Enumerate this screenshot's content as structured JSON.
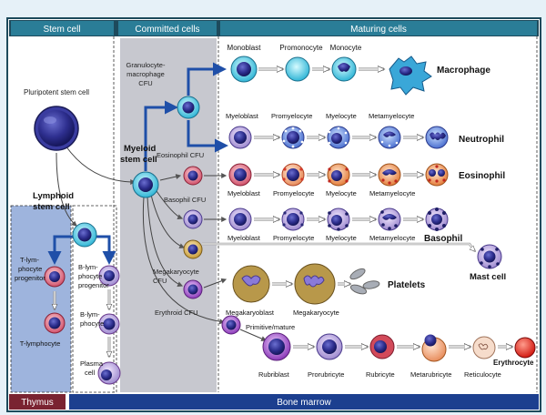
{
  "sections": {
    "stem": "Stem cell",
    "committed": "Committed cells",
    "maturing": "Maturing cells",
    "thymus": "Thymus",
    "marrow": "Bone marrow"
  },
  "labels": {
    "pluripotent": "Pluripotent stem cell",
    "myeloid_1": "Myeloid",
    "myeloid_2": "stem cell",
    "lymphoid_1": "Lymphoid",
    "lymphoid_2": "stem cell",
    "gm_cfu_1": "Granulocyte-",
    "gm_cfu_2": "macrophage",
    "gm_cfu_3": "CFU",
    "eos_cfu": "Eosinophil CFU",
    "baso_cfu": "Basophil CFU",
    "mega_cfu_1": "Megakaryocyte",
    "mega_cfu_2": "CFU",
    "eryth_cfu": "Erythroid CFU",
    "t_prog_1": "T-lym-",
    "t_prog_2": "phocyte",
    "t_prog_3": "progenitor",
    "t_lymph": "T-lymphocyte",
    "b_prog_1": "B-lym-",
    "b_prog_2": "phocyte",
    "b_prog_3": "progenitor",
    "b_lymph_1": "B-lym-",
    "b_lymph_2": "phocyte",
    "plasma_1": "Plasma",
    "plasma_2": "cell",
    "monoblast": "Monoblast",
    "promonocyte": "Promonocyte",
    "monocyte": "Monocyte",
    "macrophage": "Macrophage",
    "myeloblast_n": "Myeloblast",
    "promyelocyte_n": "Promyelocyte",
    "myelocyte_n": "Myelocyte",
    "metamyelocyte_n": "Metamyelocyte",
    "neutrophil": "Neutrophil",
    "myeloblast_e": "Myeloblast",
    "promyelocyte_e": "Promyelocyte",
    "myelocyte_e": "Myelocyte",
    "metamyelocyte_e": "Metamyelocyte",
    "eosinophil": "Eosinophil",
    "myeloblast_b": "Myeloblast",
    "promyelocyte_b": "Promyelocyte",
    "myelocyte_b": "Myelocyte",
    "metamyelocyte_b": "Metamyelocyte",
    "basophil": "Basophil",
    "mast_cell": "Mast cell",
    "megakaryoblast": "Megakaryoblast",
    "megakaryocyte": "Megakaryocyte",
    "platelets": "Platelets",
    "primitive": "Primitive/mature",
    "rubriblast": "Rubriblast",
    "prorubricyte": "Prorubricyte",
    "rubricyte": "Rubricyte",
    "metarubricyte": "Metarubricyte",
    "reticulocyte": "Reticulocyte",
    "erythrocyte": "Erythrocyte"
  },
  "colors": {
    "header_bg": "#1d4a5c",
    "section_bg": "#2a7d97",
    "arrow_blue": "#1f4fa8",
    "thymus_bg": "#7a2331",
    "marrow_bg": "#1c3f8f",
    "thymus_panel": "#9eb4dd",
    "committed_panel": "#c7c8cf"
  }
}
